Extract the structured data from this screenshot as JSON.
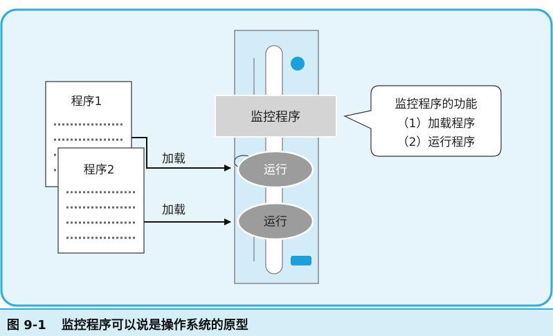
{
  "program1": {
    "title": "程序1"
  },
  "program2": {
    "title": "程序2"
  },
  "monitor": {
    "label": "监控程序"
  },
  "arrows": [
    {
      "label": "加载"
    },
    {
      "label": "加载"
    }
  ],
  "run_ovals": [
    {
      "label": "运行"
    },
    {
      "label": "运行"
    }
  ],
  "callout": {
    "title": "监控程序的功能",
    "items": [
      "（1）加载程序",
      "（2）运行程序"
    ]
  },
  "caption": {
    "number": "图 9-1",
    "text": "监控程序可以说是操作系统的原型"
  },
  "colors": {
    "frame_border": "#2aaee0",
    "panel_bg": "#e6f4fb",
    "server_body": "#d3ecf8",
    "server_button": "#1ba0de",
    "monitor_box": "#d4d4d4",
    "oval_fill": "#9c9c9c",
    "caption_bg": "#d5eef8"
  }
}
